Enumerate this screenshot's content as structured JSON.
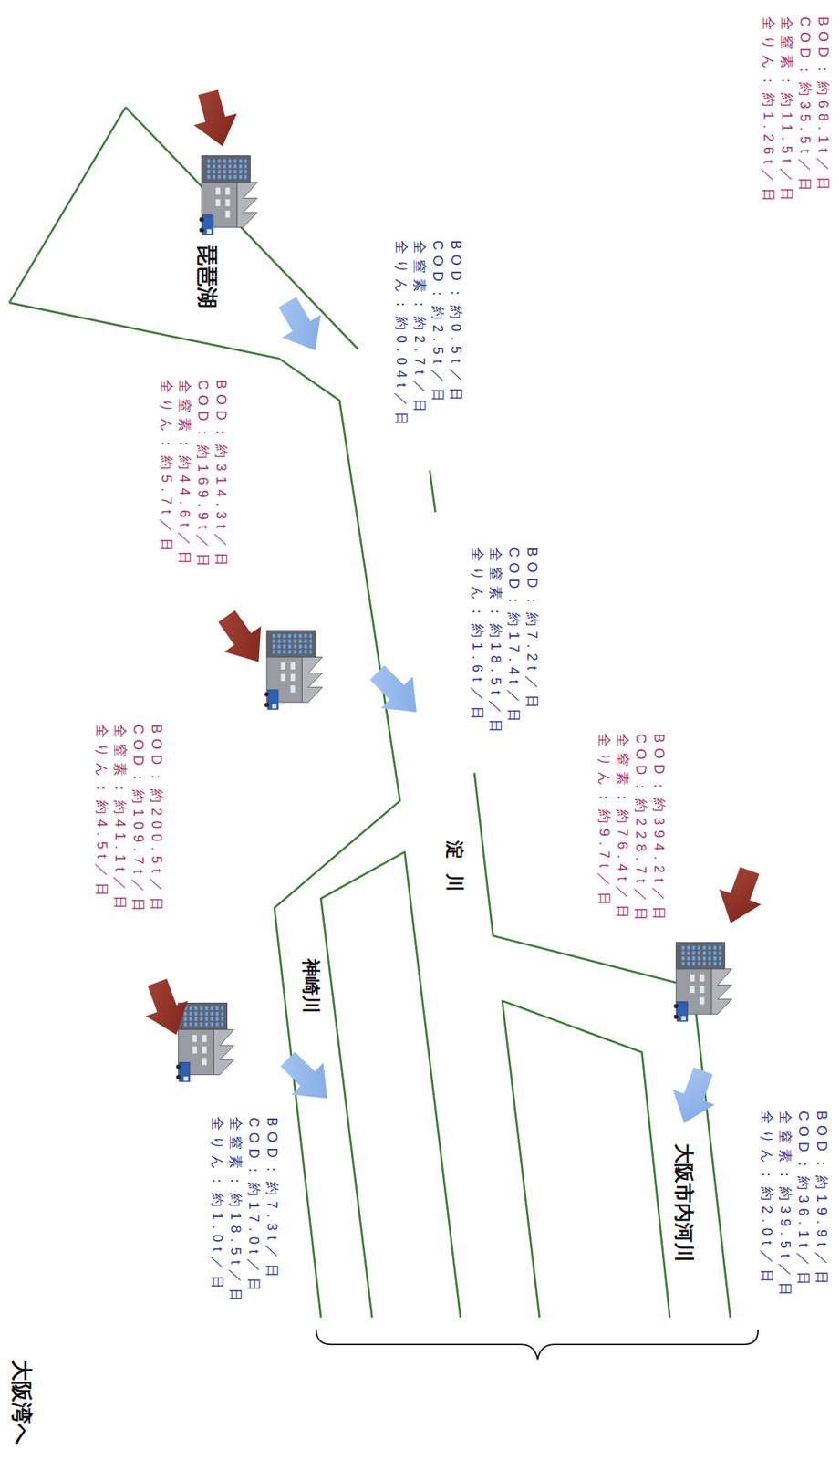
{
  "diagram": {
    "labels": [
      "BOD：約68.1t／日",
      "COD：約35.5t／日",
      "全窒素：約11.5t／日",
      "全りん：約1.26t／日",
      "琵琶湖",
      "BOD：約0.5t／日",
      "COD：約2.5t／日",
      "全窒素：約2.7t／日",
      "全りん：約0.04t／日",
      "BOD：約314.3t／日",
      "COD：約169.9t／日",
      "全窒素：約44.6t／日",
      "全りん：約5.7t／日",
      "BOD：約7.2t／日",
      "COD：約17.4t／日",
      "全窒素：約18.5t／日",
      "全りん：約1.6t／日",
      "BOD：約200.5t／日",
      "COD：約109.7t／日",
      "全窒素：約41.1t／日",
      "全りん：約4.5t／日",
      "神崎川",
      "淀川",
      "BOD：約394.2t／日",
      "COD：約228.7t／日",
      "全窒素：約76.4t／日",
      "全りん：約9.7t／日",
      "BOD：約7.3t／日",
      "COD：約17.0t／日",
      "全窒素：約18.5t／日",
      "全りん：約1.0t／日",
      "BOD：約19.9t／日",
      "COD：約36.1t／日",
      "全窒素：約39.5t／日",
      "全りん：約2.0t／日",
      "大阪市内河川",
      "大阪湾へ"
    ]
  }
}
